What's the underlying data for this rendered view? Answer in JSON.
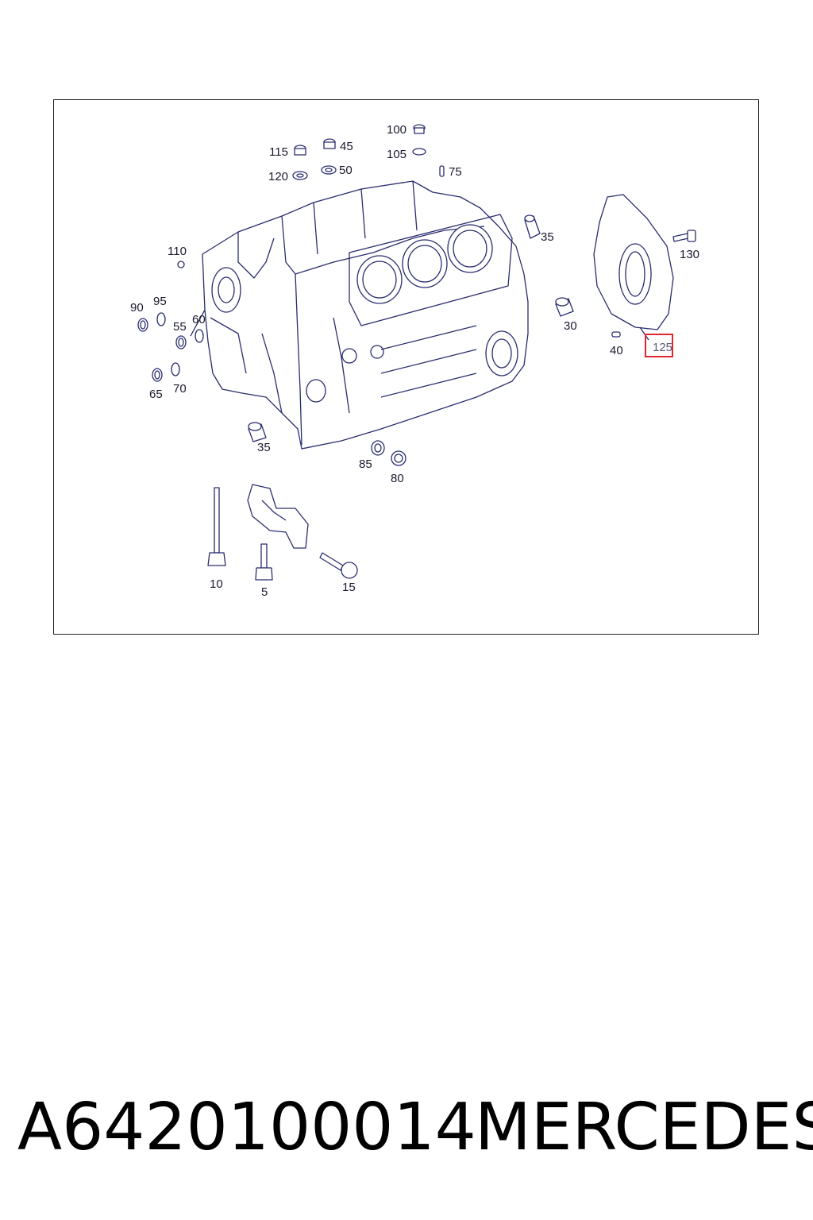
{
  "diagram": {
    "callouts": [
      {
        "id": "c100",
        "label": "100"
      },
      {
        "id": "c115",
        "label": "115"
      },
      {
        "id": "c45",
        "label": "45"
      },
      {
        "id": "c105",
        "label": "105"
      },
      {
        "id": "c120",
        "label": "120"
      },
      {
        "id": "c50",
        "label": "50"
      },
      {
        "id": "c75",
        "label": "75"
      },
      {
        "id": "c35a",
        "label": "35"
      },
      {
        "id": "c130",
        "label": "130"
      },
      {
        "id": "c110",
        "label": "110"
      },
      {
        "id": "c90",
        "label": "90"
      },
      {
        "id": "c95",
        "label": "95"
      },
      {
        "id": "c55",
        "label": "55"
      },
      {
        "id": "c60",
        "label": "60"
      },
      {
        "id": "c30",
        "label": "30"
      },
      {
        "id": "c40",
        "label": "40"
      },
      {
        "id": "c125",
        "label": "125"
      },
      {
        "id": "c65",
        "label": "65"
      },
      {
        "id": "c70",
        "label": "70"
      },
      {
        "id": "c35b",
        "label": "35"
      },
      {
        "id": "c85",
        "label": "85"
      },
      {
        "id": "c80",
        "label": "80"
      },
      {
        "id": "c10",
        "label": "10"
      },
      {
        "id": "c5",
        "label": "5"
      },
      {
        "id": "c15",
        "label": "15"
      }
    ],
    "highlighted_callout": "125",
    "highlight_color": "#e0262e",
    "line_color": "#2a2d6e"
  },
  "caption": {
    "part_number": "A6420100014",
    "brand": "MERCEDES"
  }
}
